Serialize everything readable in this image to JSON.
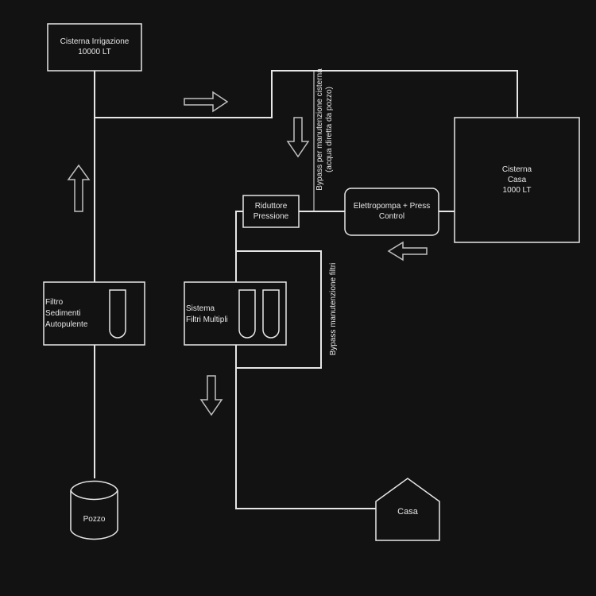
{
  "diagram": {
    "nodes": {
      "cisterna_irrigazione": {
        "label": "Cisterna Irrigazione\n10000 LT"
      },
      "cisterna_casa": {
        "label": "Cisterna\nCasa\n1000 LT"
      },
      "riduttore": {
        "label": "Riduttore\nPressione"
      },
      "elettropompa": {
        "label": "Elettropompa + Press\nControl"
      },
      "filtro_sedimenti": {
        "label": "Filtro\nSedimenti\nAutopulente"
      },
      "sistema_filtri": {
        "label": "Sistema\nFiltri Multipli"
      },
      "pozzo": {
        "label": "Pozzo"
      },
      "casa": {
        "label": "Casa"
      }
    },
    "annotations": {
      "bypass_cisterna": "Bypass per manutenzione cisterna\n(acqua diretta da pozzo)",
      "bypass_filtri": "Bypass manutenzione filtri"
    },
    "arrows": [
      {
        "name": "flow-right-arrow",
        "direction": "right"
      },
      {
        "name": "flow-down-bypass-arrow",
        "direction": "down"
      },
      {
        "name": "flow-up-arrow",
        "direction": "up"
      },
      {
        "name": "flow-left-arrow",
        "direction": "left"
      },
      {
        "name": "flow-down-casa-arrow",
        "direction": "down"
      }
    ],
    "colors": {
      "background": "#121212",
      "stroke": "#e6e6e6"
    }
  }
}
